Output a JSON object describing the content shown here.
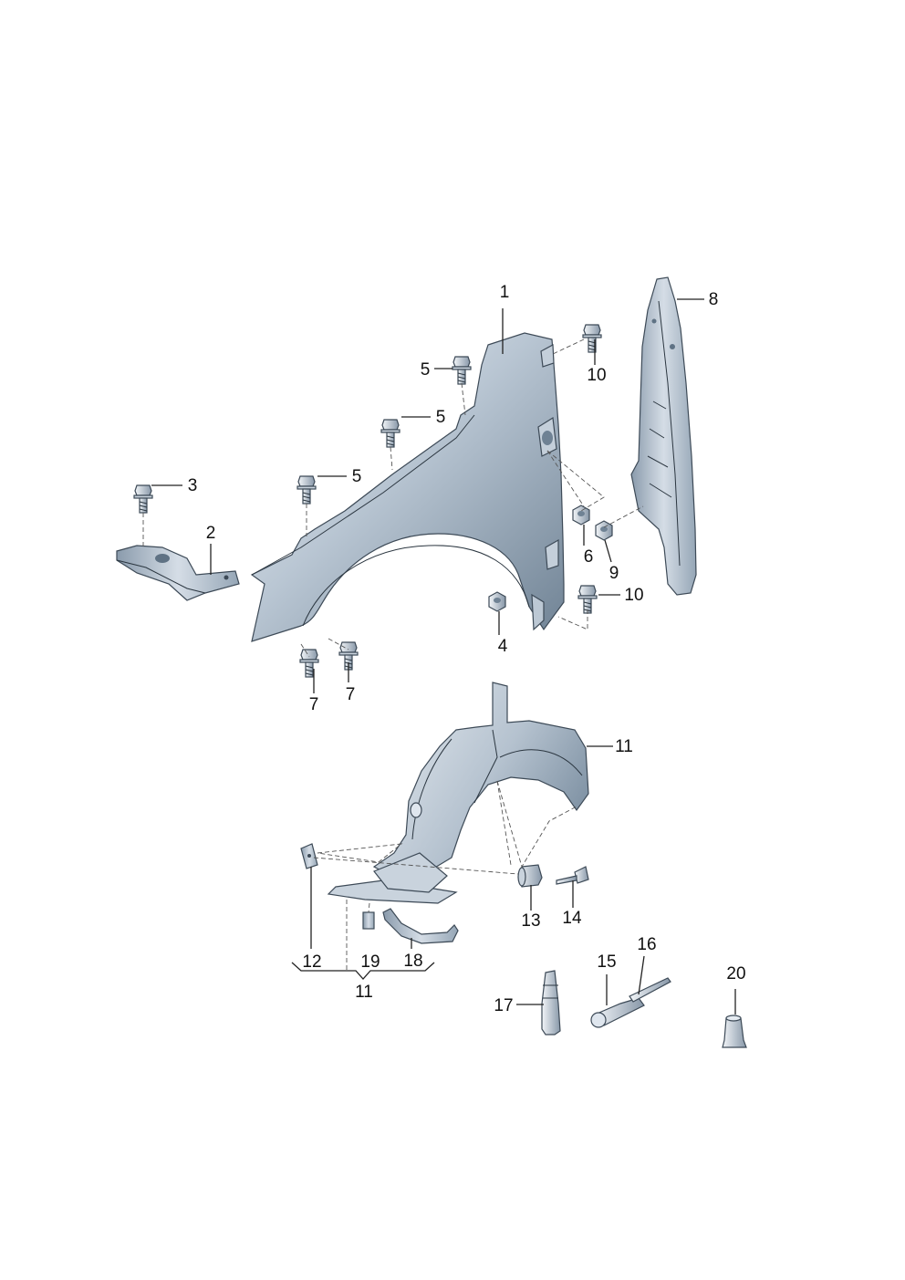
{
  "diagram": {
    "colors": {
      "part_light": "#dfe6ee",
      "part_mid": "#a9b7c6",
      "part_dark": "#5f7284",
      "outline": "#3d4a57",
      "text": "#111111",
      "background": "#ffffff"
    },
    "labels": {
      "p1": "1",
      "p2": "2",
      "p3": "3",
      "p4": "4",
      "p5a": "5",
      "p5b": "5",
      "p5c": "5",
      "p6": "6",
      "p7a": "7",
      "p7b": "7",
      "p8": "8",
      "p9": "9",
      "p10a": "10",
      "p10b": "10",
      "p11a": "11",
      "p11b": "11",
      "p12": "12",
      "p13": "13",
      "p14": "14",
      "p15": "15",
      "p16": "16",
      "p17": "17",
      "p18": "18",
      "p19": "19",
      "p20": "20"
    }
  }
}
